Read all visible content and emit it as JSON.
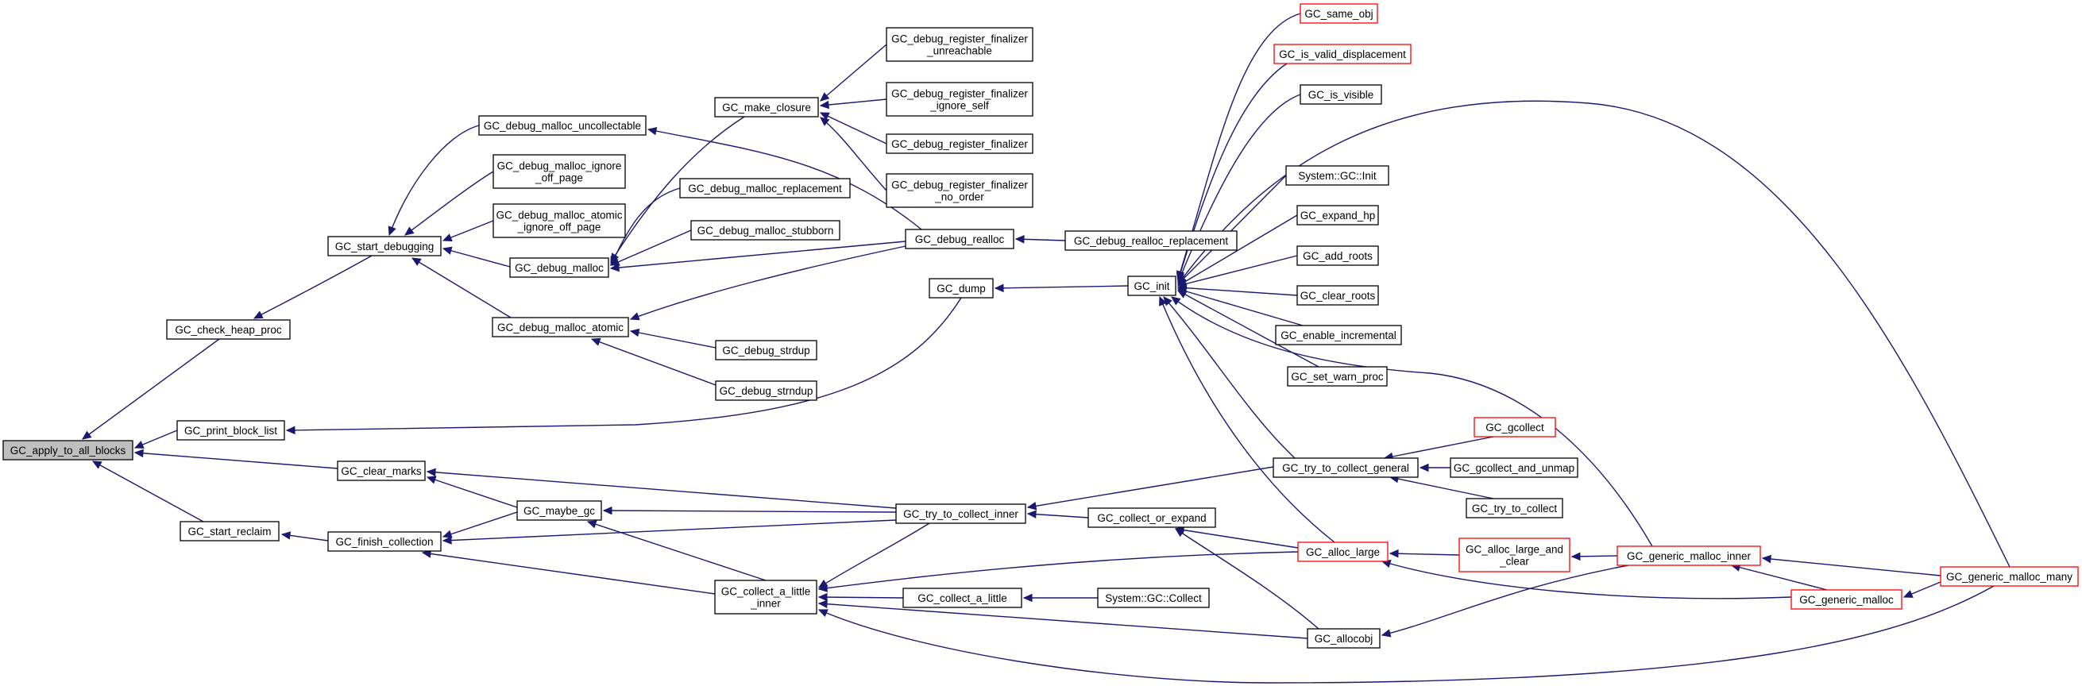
{
  "colors": {
    "edge": "#191970",
    "root_fill": "#bfbfbf",
    "node_border": "#000000",
    "truncated_border": "#ff0000",
    "background": "#ffffff"
  },
  "nodes": [
    {
      "id": "apply",
      "lines": [
        "GC_apply_to_all_blocks"
      ],
      "style": "root"
    },
    {
      "id": "check_heap_proc",
      "lines": [
        "GC_check_heap_proc"
      ],
      "style": "normal"
    },
    {
      "id": "print_block_list",
      "lines": [
        "GC_print_block_list"
      ],
      "style": "normal"
    },
    {
      "id": "clear_marks",
      "lines": [
        "GC_clear_marks"
      ],
      "style": "normal"
    },
    {
      "id": "start_reclaim",
      "lines": [
        "GC_start_reclaim"
      ],
      "style": "normal"
    },
    {
      "id": "start_debugging",
      "lines": [
        "GC_start_debugging"
      ],
      "style": "normal"
    },
    {
      "id": "finish_collection",
      "lines": [
        "GC_finish_collection"
      ],
      "style": "normal"
    },
    {
      "id": "dbg_uncollectable",
      "lines": [
        "GC_debug_malloc_uncollectable"
      ],
      "style": "normal"
    },
    {
      "id": "dbg_ignore_off_page",
      "lines": [
        "GC_debug_malloc_ignore",
        "_off_page"
      ],
      "style": "normal"
    },
    {
      "id": "dbg_atomic_ignore",
      "lines": [
        "GC_debug_malloc_atomic",
        "_ignore_off_page"
      ],
      "style": "normal"
    },
    {
      "id": "dbg_malloc",
      "lines": [
        "GC_debug_malloc"
      ],
      "style": "normal"
    },
    {
      "id": "dbg_atomic",
      "lines": [
        "GC_debug_malloc_atomic"
      ],
      "style": "normal"
    },
    {
      "id": "maybe_gc",
      "lines": [
        "GC_maybe_gc"
      ],
      "style": "normal"
    },
    {
      "id": "make_closure",
      "lines": [
        "GC_make_closure"
      ],
      "style": "normal"
    },
    {
      "id": "dbg_malloc_repl",
      "lines": [
        "GC_debug_malloc_replacement"
      ],
      "style": "normal"
    },
    {
      "id": "dbg_stubborn",
      "lines": [
        "GC_debug_malloc_stubborn"
      ],
      "style": "normal"
    },
    {
      "id": "dbg_strdup",
      "lines": [
        "GC_debug_strdup"
      ],
      "style": "normal"
    },
    {
      "id": "dbg_strndup",
      "lines": [
        "GC_debug_strndup"
      ],
      "style": "normal"
    },
    {
      "id": "collect_little_inner",
      "lines": [
        "GC_collect_a_little",
        "_inner"
      ],
      "style": "normal"
    },
    {
      "id": "reg_unreachable",
      "lines": [
        "GC_debug_register_finalizer",
        "_unreachable"
      ],
      "style": "normal"
    },
    {
      "id": "reg_ignore_self",
      "lines": [
        "GC_debug_register_finalizer",
        "_ignore_self"
      ],
      "style": "normal"
    },
    {
      "id": "reg_finalizer",
      "lines": [
        "GC_debug_register_finalizer"
      ],
      "style": "normal"
    },
    {
      "id": "reg_no_order",
      "lines": [
        "GC_debug_register_finalizer",
        "_no_order"
      ],
      "style": "normal"
    },
    {
      "id": "dbg_realloc",
      "lines": [
        "GC_debug_realloc"
      ],
      "style": "normal"
    },
    {
      "id": "dump",
      "lines": [
        "GC_dump"
      ],
      "style": "normal"
    },
    {
      "id": "try_collect_inner",
      "lines": [
        "GC_try_to_collect_inner"
      ],
      "style": "normal"
    },
    {
      "id": "collect_little",
      "lines": [
        "GC_collect_a_little"
      ],
      "style": "normal"
    },
    {
      "id": "dbg_realloc_repl",
      "lines": [
        "GC_debug_realloc_replacement"
      ],
      "style": "normal"
    },
    {
      "id": "init",
      "lines": [
        "GC_init"
      ],
      "style": "normal"
    },
    {
      "id": "collect_or_expand",
      "lines": [
        "GC_collect_or_expand"
      ],
      "style": "normal"
    },
    {
      "id": "sys_collect",
      "lines": [
        "System::GC::Collect"
      ],
      "style": "normal"
    },
    {
      "id": "same_obj",
      "lines": [
        "GC_same_obj"
      ],
      "style": "truncated"
    },
    {
      "id": "is_valid_disp",
      "lines": [
        "GC_is_valid_displacement"
      ],
      "style": "truncated"
    },
    {
      "id": "is_visible",
      "lines": [
        "GC_is_visible"
      ],
      "style": "normal"
    },
    {
      "id": "sys_init",
      "lines": [
        "System::GC::Init"
      ],
      "style": "normal"
    },
    {
      "id": "expand_hp",
      "lines": [
        "GC_expand_hp"
      ],
      "style": "normal"
    },
    {
      "id": "add_roots",
      "lines": [
        "GC_add_roots"
      ],
      "style": "normal"
    },
    {
      "id": "clear_roots",
      "lines": [
        "GC_clear_roots"
      ],
      "style": "normal"
    },
    {
      "id": "enable_incr",
      "lines": [
        "GC_enable_incremental"
      ],
      "style": "normal"
    },
    {
      "id": "set_warn",
      "lines": [
        "GC_set_warn_proc"
      ],
      "style": "normal"
    },
    {
      "id": "try_collect_general",
      "lines": [
        "GC_try_to_collect_general"
      ],
      "style": "normal"
    },
    {
      "id": "alloc_large",
      "lines": [
        "GC_alloc_large"
      ],
      "style": "truncated"
    },
    {
      "id": "allocobj",
      "lines": [
        "GC_allocobj"
      ],
      "style": "normal"
    },
    {
      "id": "gcollect",
      "lines": [
        "GC_gcollect"
      ],
      "style": "truncated"
    },
    {
      "id": "gcollect_unmap",
      "lines": [
        "GC_gcollect_and_unmap"
      ],
      "style": "normal"
    },
    {
      "id": "try_collect",
      "lines": [
        "GC_try_to_collect"
      ],
      "style": "normal"
    },
    {
      "id": "alloc_large_clear",
      "lines": [
        "GC_alloc_large_and",
        "_clear"
      ],
      "style": "truncated"
    },
    {
      "id": "generic_inner",
      "lines": [
        "GC_generic_malloc_inner"
      ],
      "style": "truncated"
    },
    {
      "id": "generic_malloc",
      "lines": [
        "GC_generic_malloc"
      ],
      "style": "truncated"
    },
    {
      "id": "generic_many",
      "lines": [
        "GC_generic_malloc_many"
      ],
      "style": "truncated"
    }
  ]
}
